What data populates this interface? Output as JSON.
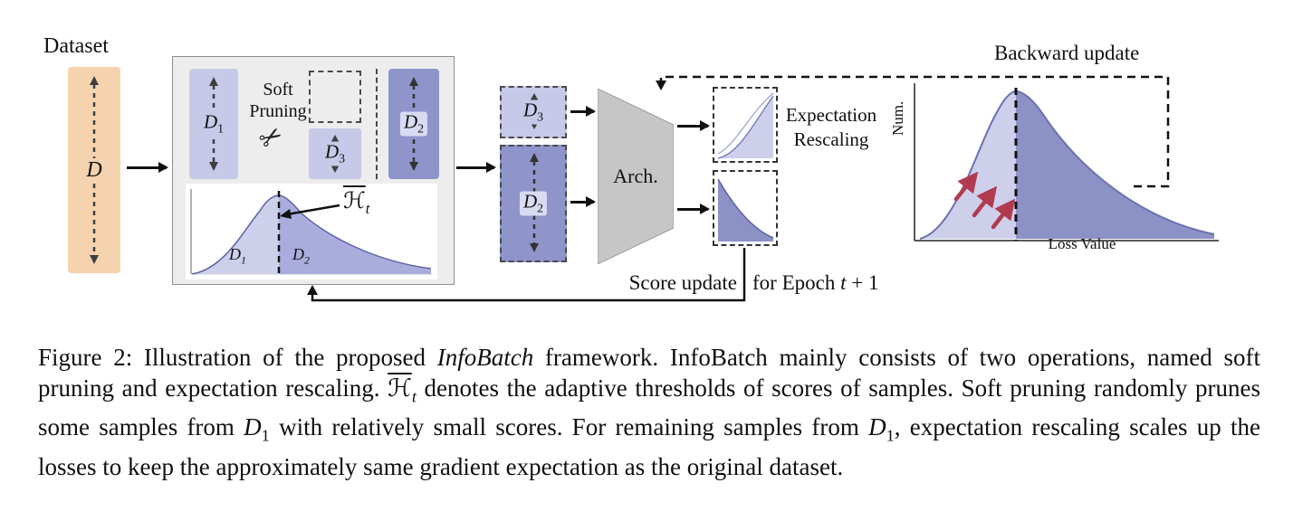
{
  "figure": {
    "dataset_label": "Dataset",
    "d_label": "D",
    "soft_pruning_line1": "Soft",
    "soft_pruning_line2": "Pruning",
    "scissors_icon": "✂",
    "d1": {
      "base": "D",
      "sub": "1"
    },
    "d2": {
      "base": "D",
      "sub": "2"
    },
    "d3": {
      "base": "D",
      "sub": "3"
    },
    "threshold": {
      "base": "ℋ",
      "sub": "t"
    },
    "arch_label": "Arch.",
    "expectation_line1": "Expectation",
    "expectation_line2": "Rescaling",
    "backward_update_label": "Backward update",
    "score_update_label": "Score update",
    "epoch_prefix": "for Epoch ",
    "epoch_var": "t",
    "epoch_suffix": " + 1",
    "num_axis_label": "Num.",
    "loss_axis_label": "Loss Value",
    "colors": {
      "dataset_block": "#f5d3ae",
      "light_purple": "#c6c9e8",
      "dark_purple": "#8f94cb",
      "plot_left_fill": "#cdcfeb",
      "plot_right_fill": "#8c91c6",
      "curve_stroke": "#6b70b0",
      "red_arrow": "#b23a4e",
      "gray_box": "#ededed",
      "arch_gray": "#c6c6c6"
    }
  },
  "caption": {
    "segments": [
      {
        "t": "Figure 2: Illustration of the proposed "
      },
      {
        "t": "InfoBatch"
      },
      {
        "t": " framework.  InfoBatch mainly consists of two operations, named soft pruning and expectation rescaling.  "
      },
      {
        "t": "ℋ"
      },
      {
        "t": "t"
      },
      {
        "t": " denotes the adaptive thresholds of scores of samples. Soft pruning randomly prunes some samples from "
      },
      {
        "t": "D"
      },
      {
        "t": "1"
      },
      {
        "t": " with relatively small scores. For remaining samples from "
      },
      {
        "t": "D"
      },
      {
        "t": "1"
      },
      {
        "t": ", expectation rescaling scales up the losses to keep the approximately same gradient expectation as the original dataset."
      }
    ]
  }
}
